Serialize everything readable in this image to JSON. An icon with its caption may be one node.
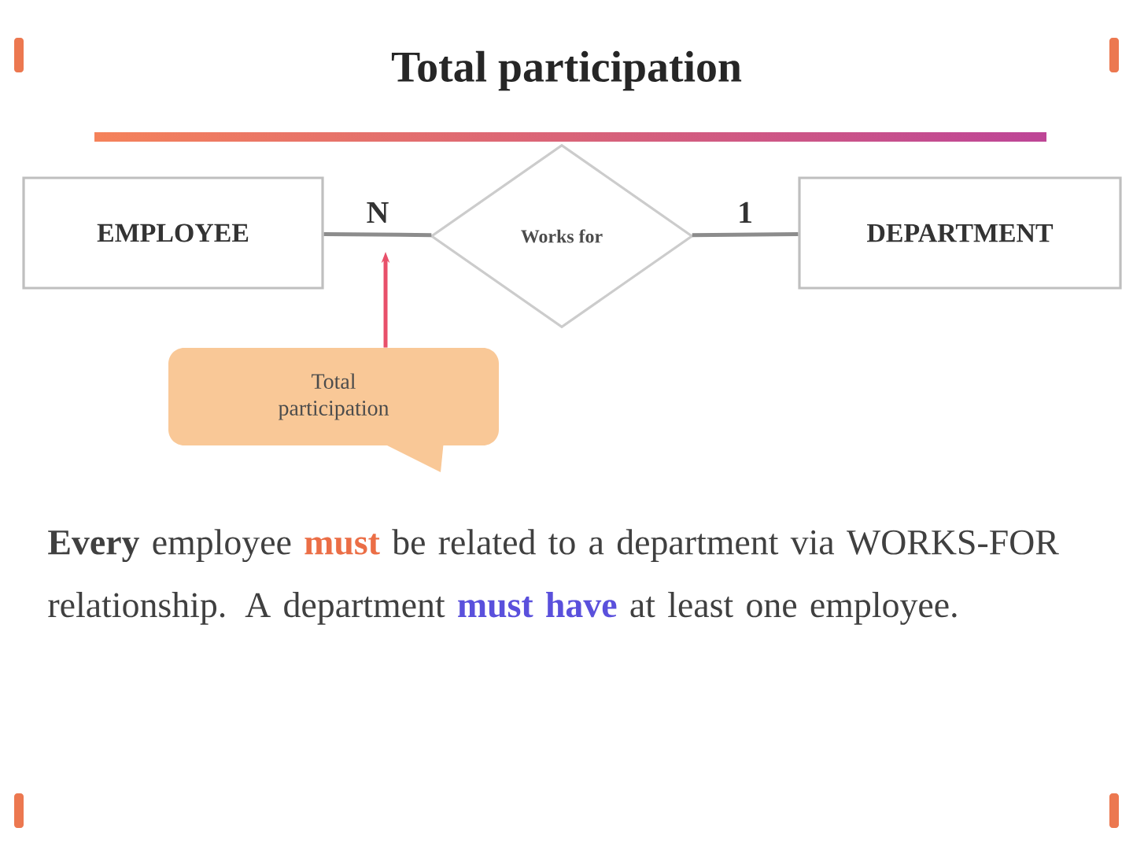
{
  "diagram": {
    "title": "Total participation",
    "nodes": [
      {
        "text": [
          "EMPLOYEE"
        ]
      },
      {
        "text": [
          "Works for"
        ]
      },
      {
        "text": [
          "DEPARTMENT"
        ]
      },
      {
        "text": [
          "Total participation"
        ]
      }
    ],
    "edges": [
      {
        "from": 0,
        "to": 1,
        "arrow": "none",
        "label": "N"
      },
      {
        "from": 1,
        "to": 2,
        "arrow": "none",
        "label": "1"
      },
      {
        "from": 3,
        "to": null,
        "arrow": "to",
        "color": "#e8506a"
      }
    ],
    "labels": [
      "**Every** employee",
      "must",
      "be related to a department via WORKS-FOR relationship. A department",
      "must have",
      "at least one employee."
    ]
  }
}
